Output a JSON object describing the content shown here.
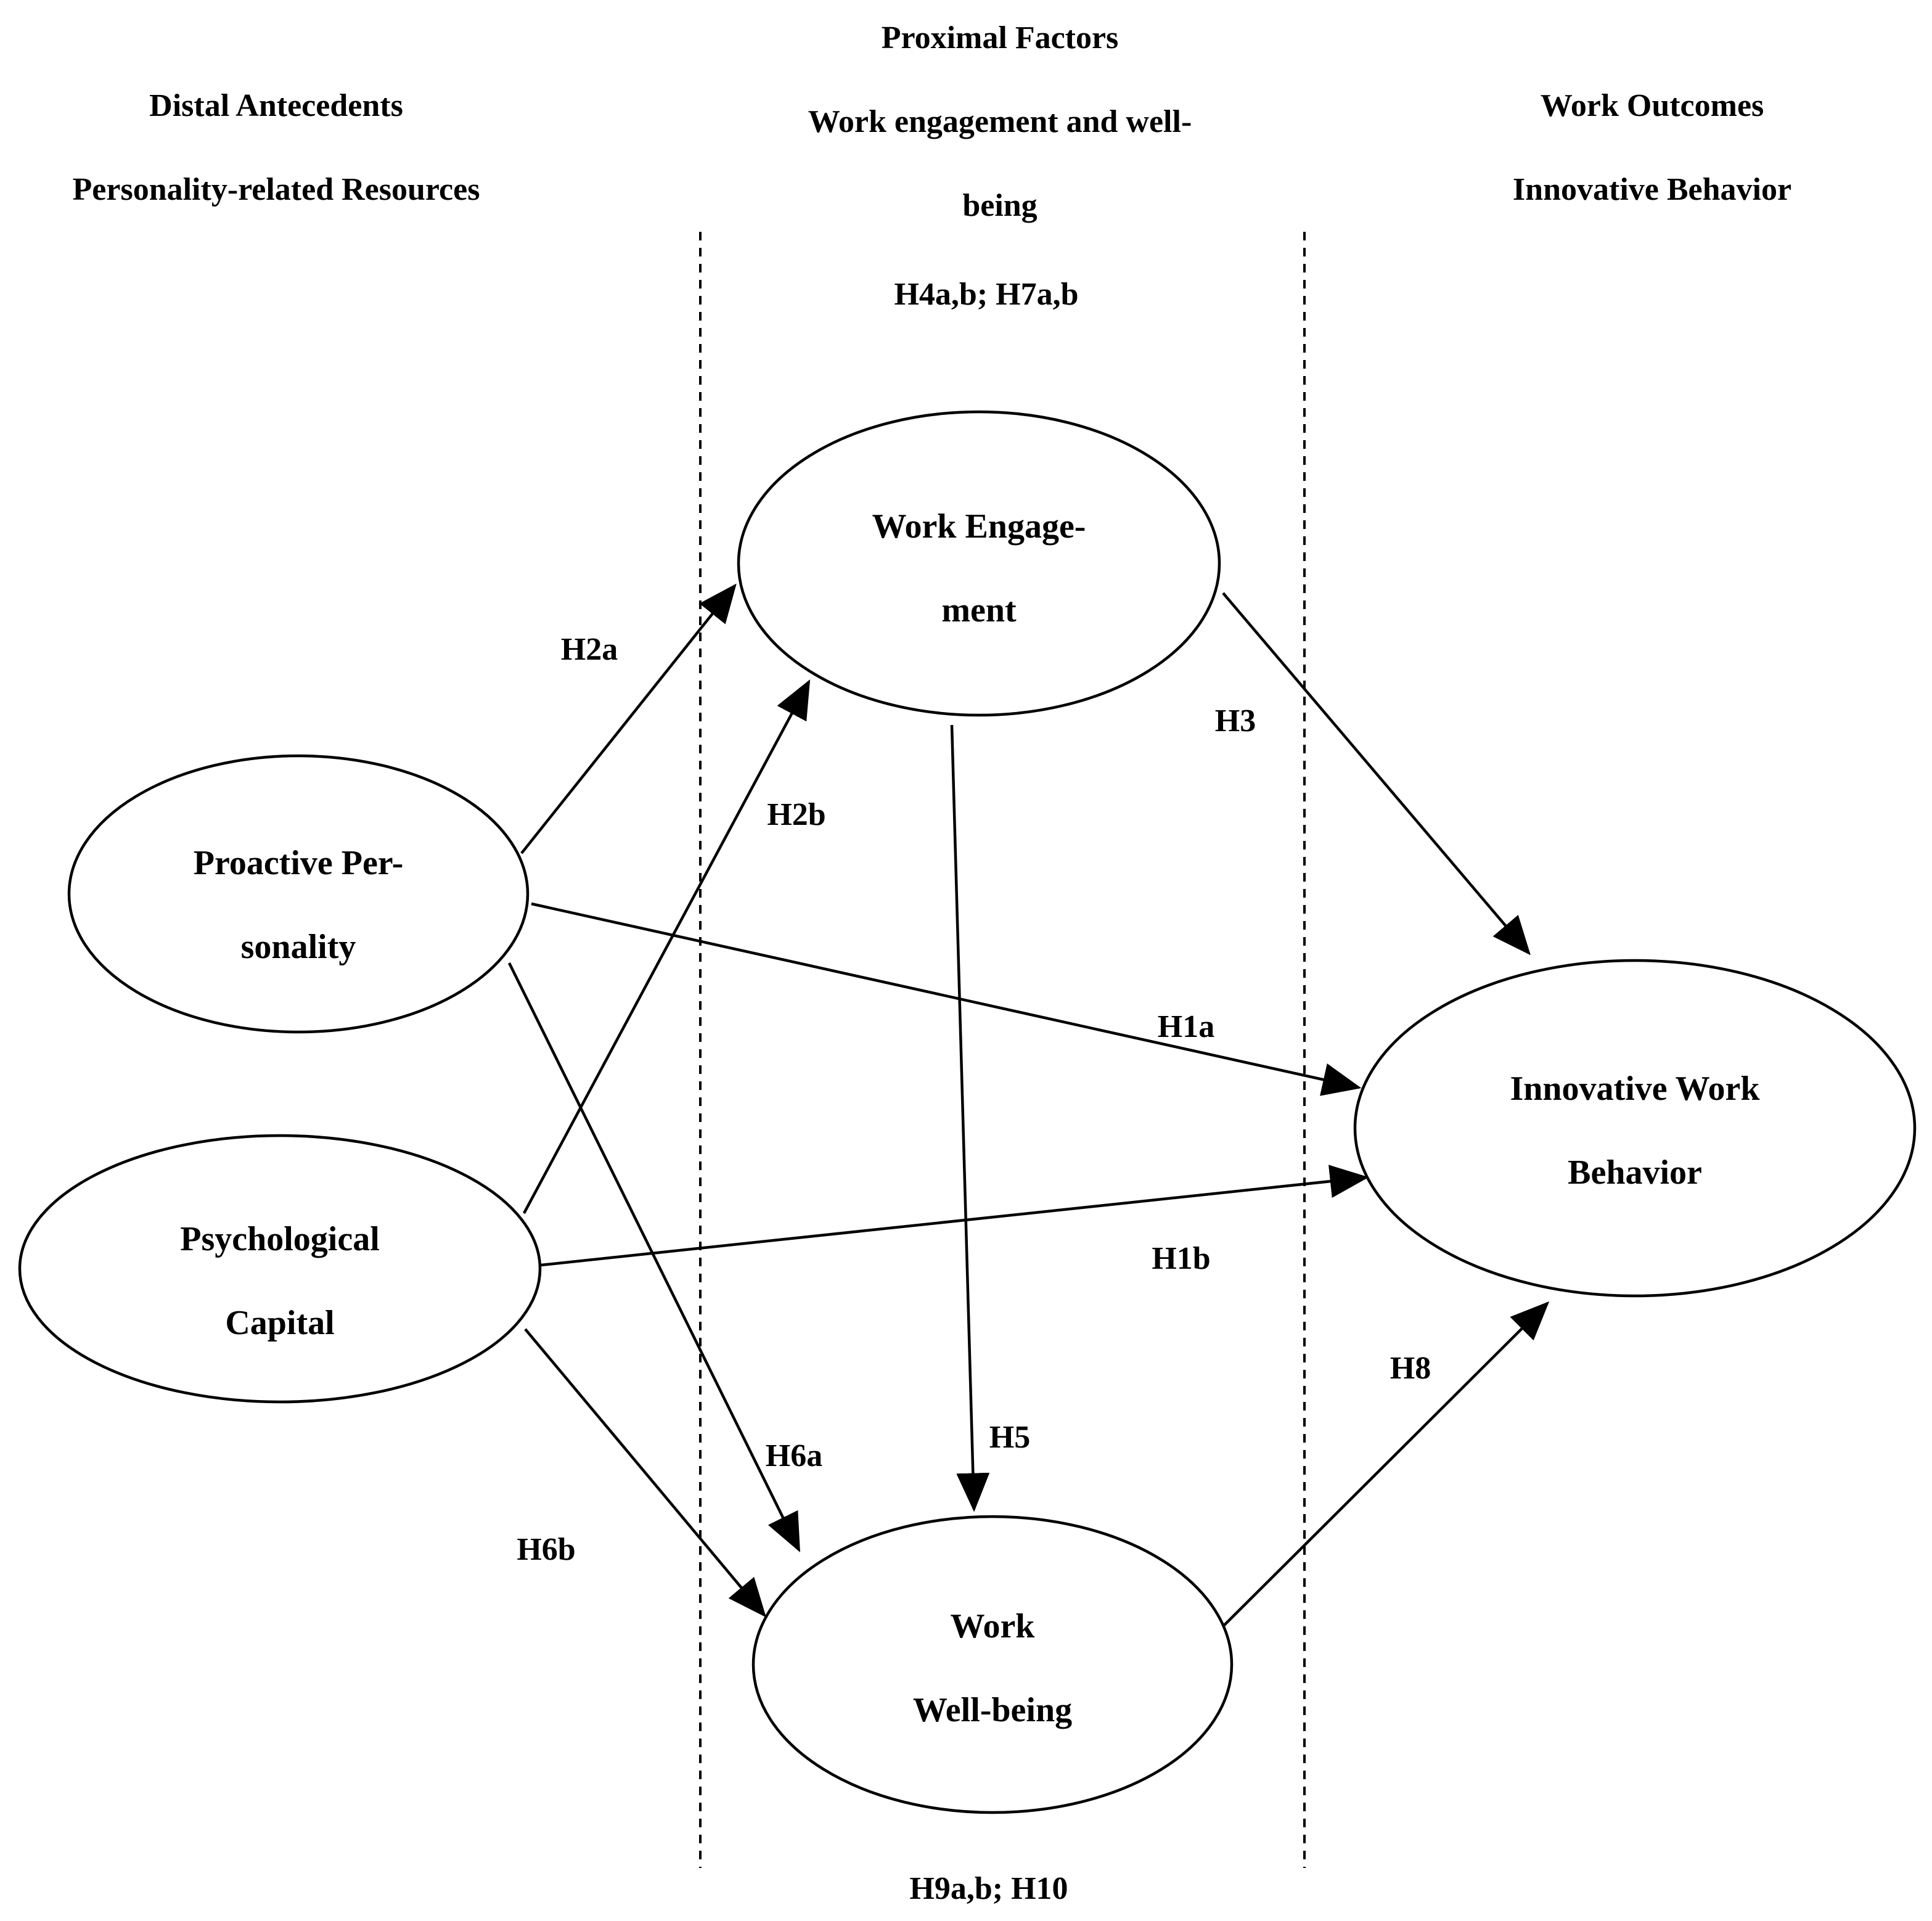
{
  "headers": {
    "left": {
      "line1": "Distal Antecedents",
      "line2": "Personality-related Resources"
    },
    "center": {
      "line1": "Proximal Factors",
      "line2": "Work engagement and well-",
      "line3": "being",
      "line4": "H4a,b; H7a,b"
    },
    "right": {
      "line1": "Work Outcomes",
      "line2": "Innovative Behavior"
    },
    "bottom": "H9a,b; H10"
  },
  "nodes": {
    "proactive": {
      "line1": "Proactive Per-",
      "line2": "sonality"
    },
    "psycap": {
      "line1": "Psychological",
      "line2": "Capital"
    },
    "engagement": {
      "line1": "Work Engage-",
      "line2": "ment"
    },
    "wellbeing": {
      "line1": "Work",
      "line2": "Well-being"
    },
    "innovative": {
      "line1": "Innovative Work",
      "line2": "Behavior"
    }
  },
  "edges": {
    "h1a": "H1a",
    "h1b": "H1b",
    "h2a": "H2a",
    "h2b": "H2b",
    "h3": "H3",
    "h5": "H5",
    "h6a": "H6a",
    "h6b": "H6b",
    "h8": "H8"
  }
}
